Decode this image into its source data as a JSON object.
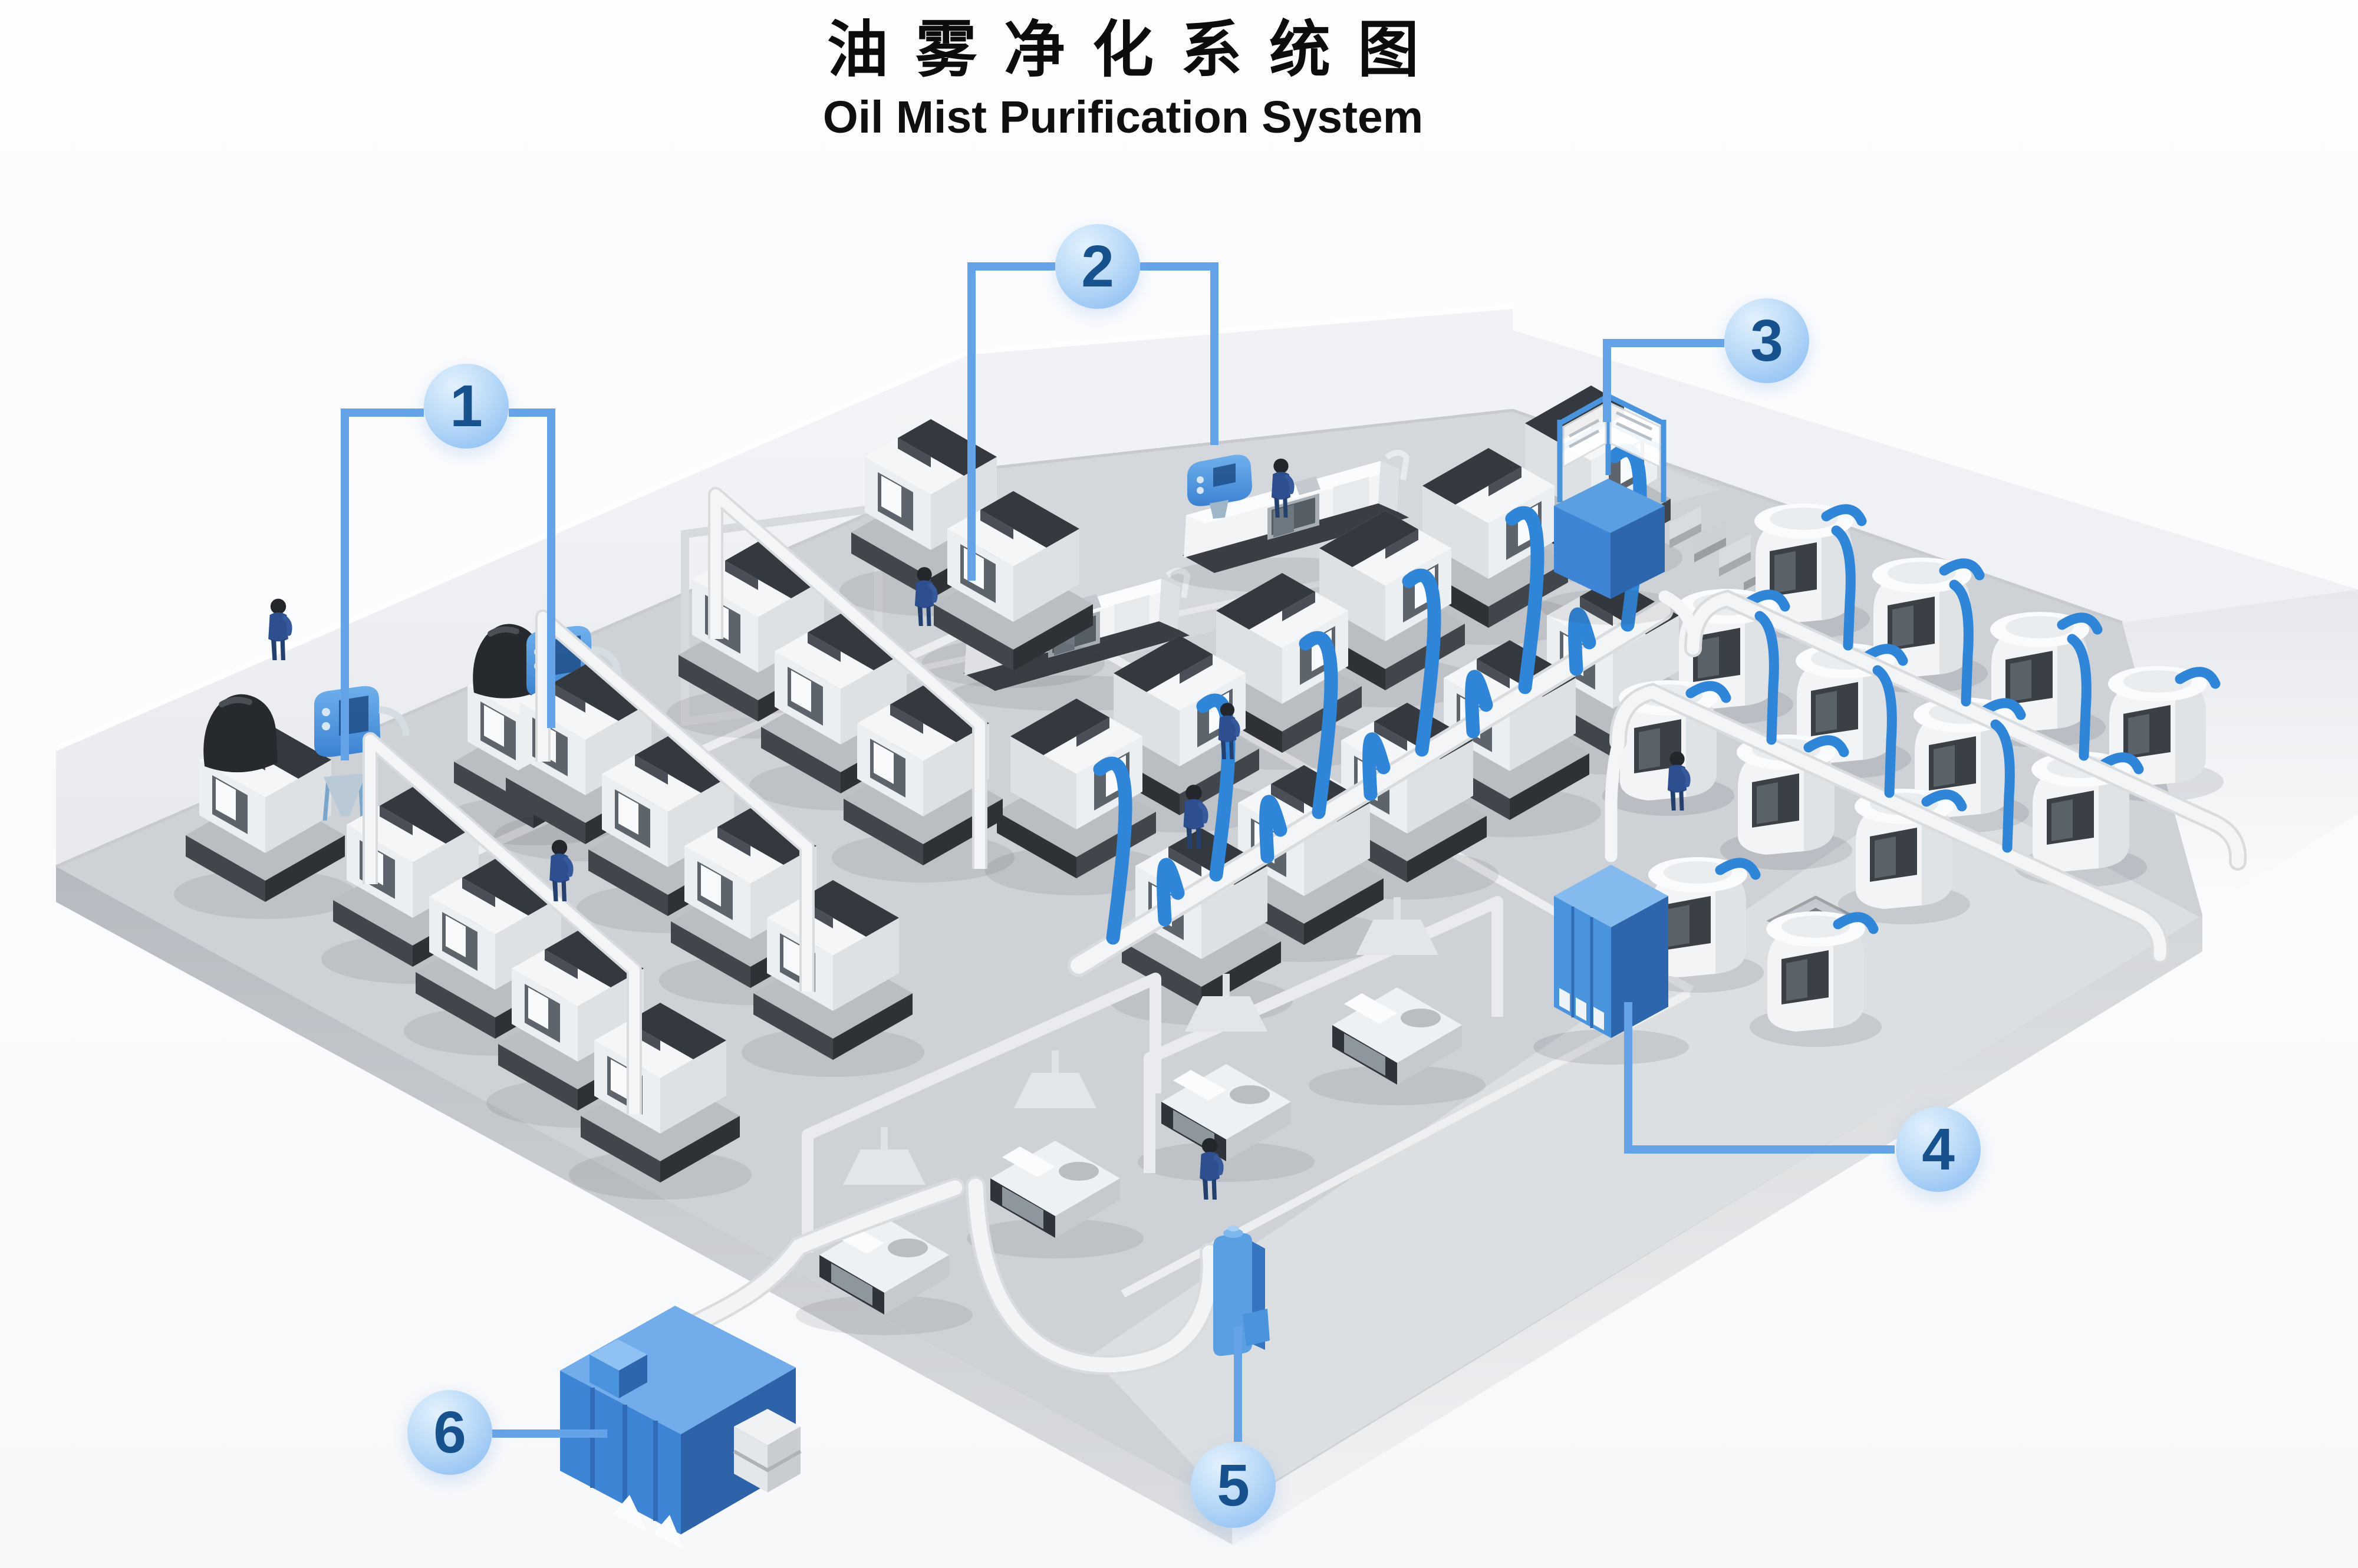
{
  "header": {
    "title_zh": "油雾净化系统图",
    "title_en": "Oil Mist Purification System"
  },
  "callouts": [
    {
      "number": "1"
    },
    {
      "number": "2"
    },
    {
      "number": "3"
    },
    {
      "number": "4"
    },
    {
      "number": "5"
    },
    {
      "number": "6"
    }
  ],
  "palette": {
    "leader_line_blue": "#64a3e7",
    "callout_number_navy": "#17528f",
    "callout_circle_blue": "#83b9f1",
    "equipment_blue": "#4a94dd",
    "hose_blue": "#2f86d8",
    "floor_gray": "#ced2d6",
    "wall_gray": "#eff1f4",
    "pipe_white": "#f2f4f5",
    "machine_dark": "#34383f",
    "title_black": "#0b0c0e"
  }
}
